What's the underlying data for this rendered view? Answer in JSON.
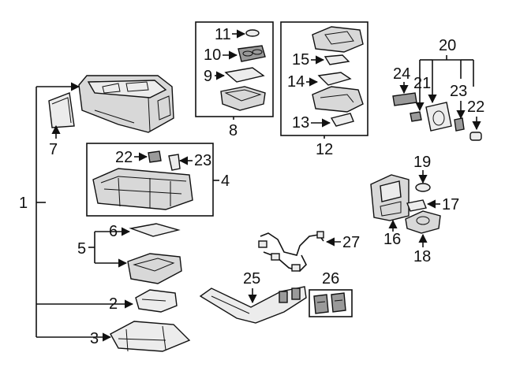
{
  "diagram": {
    "callouts": {
      "c1": "1",
      "c2": "2",
      "c3": "3",
      "c4": "4",
      "c5": "5",
      "c6": "6",
      "c7": "7",
      "c8": "8",
      "c9": "9",
      "c10": "10",
      "c11": "11",
      "c12": "12",
      "c13": "13",
      "c14": "14",
      "c15": "15",
      "c16": "16",
      "c17": "17",
      "c18": "18",
      "c19": "19",
      "c20": "20",
      "c21": "21",
      "c22a": "22",
      "c22b": "22",
      "c23a": "23",
      "c23b": "23",
      "c24": "24",
      "c25": "25",
      "c26": "26",
      "c27": "27"
    },
    "colors": {
      "ink": "#111111",
      "part_fill": "#d8d8d8",
      "part_light": "#ececec",
      "part_dark": "#9a9a9a"
    }
  }
}
